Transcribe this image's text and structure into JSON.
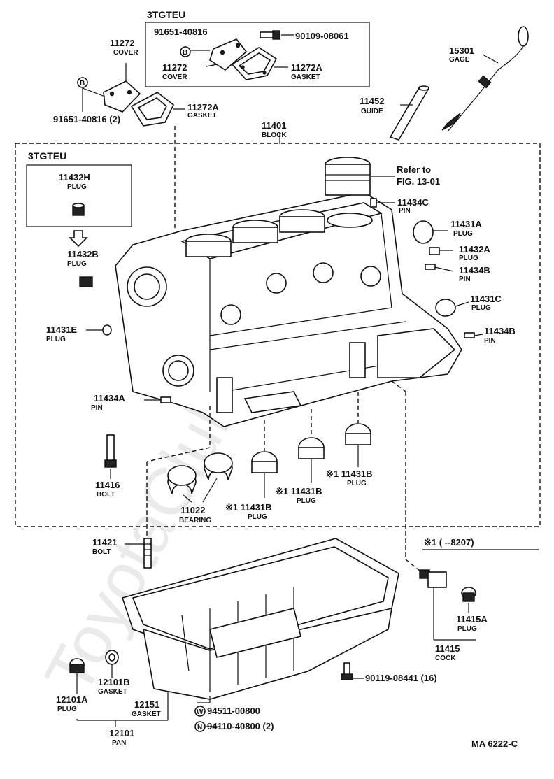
{
  "watermark": "ToyotaClub.ru",
  "header_box": "3TGTEU",
  "block_box": "3TGTEU",
  "note": "※1 (     --8207)",
  "footer_ref": "MA  6222-C",
  "labels": [
    {
      "id": "11272",
      "num": "11272",
      "name": "COVER"
    },
    {
      "id": "91651-40816-2",
      "num": "91651-40816 (2)",
      "name": ""
    },
    {
      "id": "11272A",
      "num": "11272A",
      "name": "GASKET"
    },
    {
      "id": "91651-40816-box",
      "num": "91651-40816",
      "name": ""
    },
    {
      "id": "90109-08061",
      "num": "90109-08061",
      "name": ""
    },
    {
      "id": "11272-box",
      "num": "11272",
      "name": "COVER"
    },
    {
      "id": "11272A-box",
      "num": "11272A",
      "name": "GASKET"
    },
    {
      "id": "15301",
      "num": "15301",
      "name": "GAGE"
    },
    {
      "id": "11452",
      "num": "11452",
      "name": "GUIDE"
    },
    {
      "id": "11401",
      "num": "11401",
      "name": "BLOCK"
    },
    {
      "id": "11432H",
      "num": "11432H",
      "name": "PLUG"
    },
    {
      "id": "refer",
      "num": "Refer to",
      "name": "FIG. 13-01"
    },
    {
      "id": "11434C",
      "num": "11434C",
      "name": "PIN"
    },
    {
      "id": "11431A",
      "num": "11431A",
      "name": "PLUG"
    },
    {
      "id": "11432B",
      "num": "11432B",
      "name": "PLUG"
    },
    {
      "id": "11432A",
      "num": "11432A",
      "name": "PLUG"
    },
    {
      "id": "11434B-1",
      "num": "11434B",
      "name": "PIN"
    },
    {
      "id": "11431C",
      "num": "11431C",
      "name": "PLUG"
    },
    {
      "id": "11431E",
      "num": "11431E",
      "name": "PLUG"
    },
    {
      "id": "11434B-2",
      "num": "11434B",
      "name": "PIN"
    },
    {
      "id": "11434A",
      "num": "11434A",
      "name": "PIN"
    },
    {
      "id": "11416",
      "num": "11416",
      "name": "BOLT"
    },
    {
      "id": "11022",
      "num": "11022",
      "name": "BEARING"
    },
    {
      "id": "11431B-1",
      "num": "※1 11431B",
      "name": "PLUG"
    },
    {
      "id": "11431B-2",
      "num": "※1 11431B",
      "name": "PLUG"
    },
    {
      "id": "11431B-3",
      "num": "※1 11431B",
      "name": "PLUG"
    },
    {
      "id": "11421",
      "num": "11421",
      "name": "BOLT"
    },
    {
      "id": "11415A",
      "num": "11415A",
      "name": "PLUG"
    },
    {
      "id": "11415",
      "num": "11415",
      "name": "COCK"
    },
    {
      "id": "90119-08441",
      "num": "90119-08441 (16)",
      "name": ""
    },
    {
      "id": "12101B",
      "num": "12101B",
      "name": "GASKET"
    },
    {
      "id": "12101A",
      "num": "12101A",
      "name": "PLUG"
    },
    {
      "id": "12151",
      "num": "12151",
      "name": "GASKET"
    },
    {
      "id": "94511-00800",
      "num": "94511-00800",
      "name": ""
    },
    {
      "id": "94110-40800",
      "num": "94110-40800 (2)",
      "name": ""
    },
    {
      "id": "12101",
      "num": "12101",
      "name": "PAN"
    }
  ],
  "symbols": {
    "B": "B",
    "W": "W",
    "N": "N"
  }
}
